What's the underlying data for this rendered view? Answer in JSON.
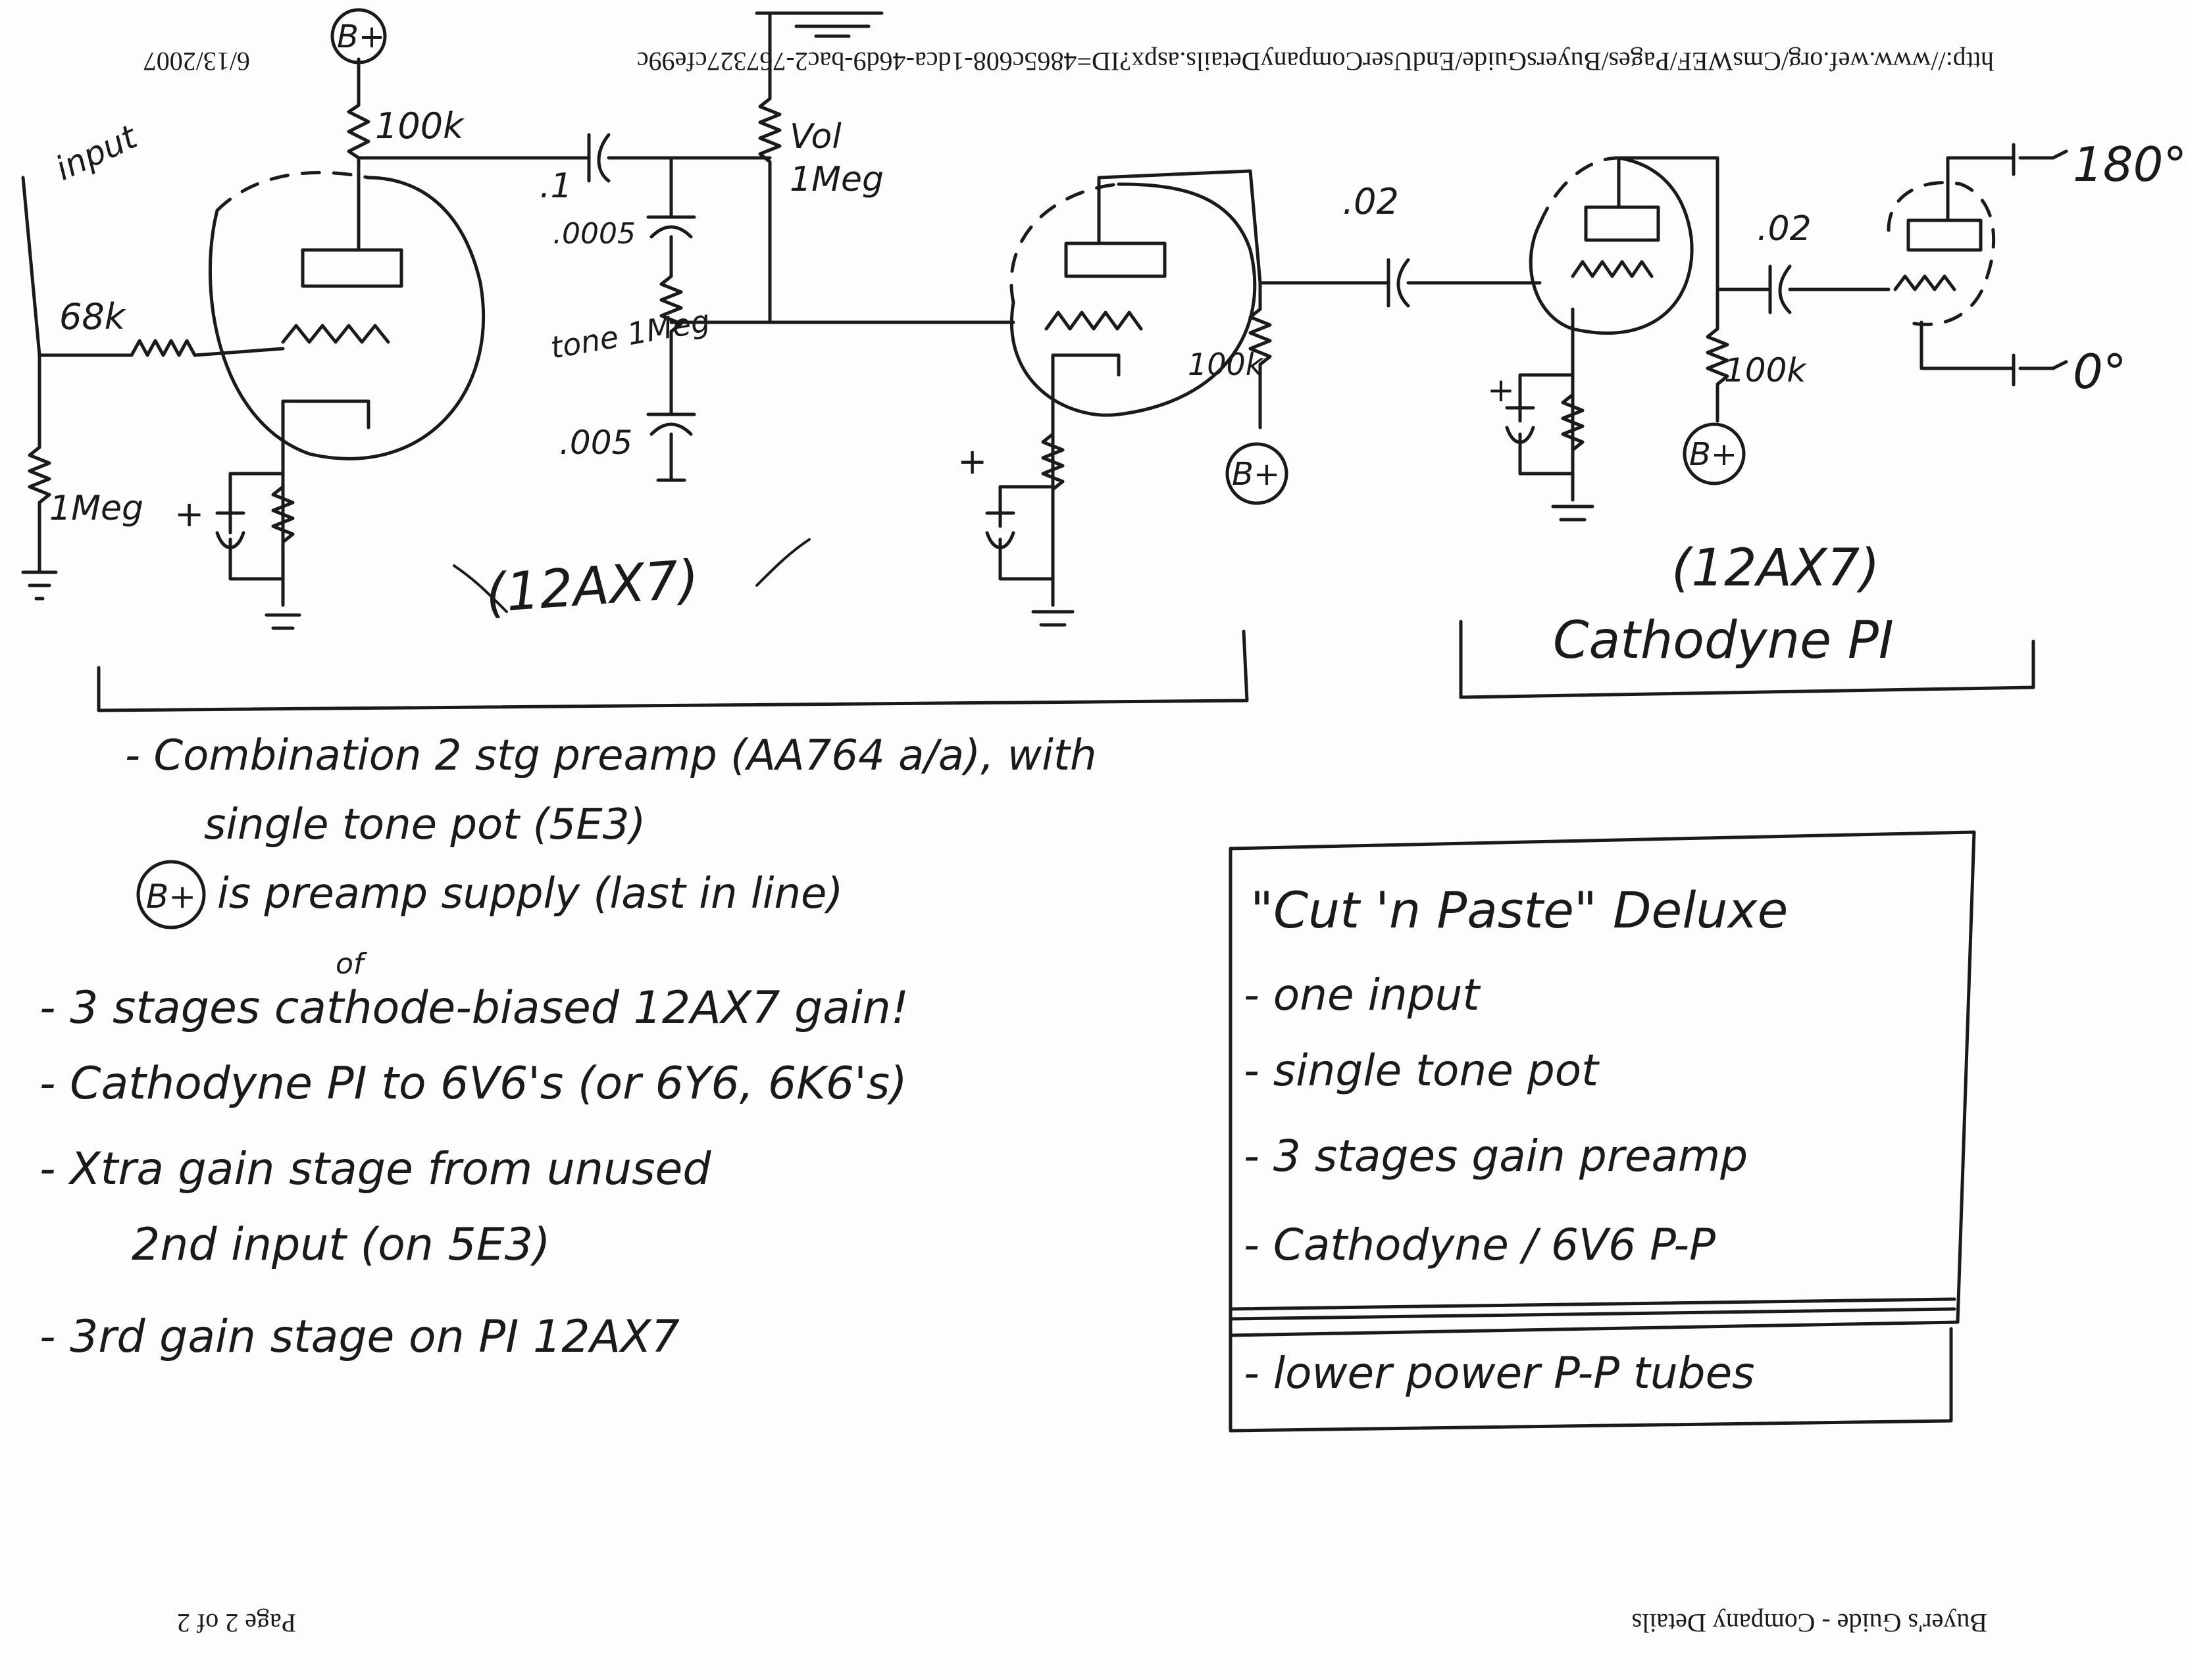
{
  "page": {
    "header_url": "http://www.wef.org/CmsWEF/Pages/BuyersGuide/EndUserCompanyDetails.aspx?ID=4865c608-1dca-46d9-bac2-767327cfe99c",
    "print_date": "6/13/2007",
    "footer_title": "Buyer's Guide - Company Details",
    "page_number": "Page 2 of 2"
  },
  "labels": {
    "bplus": "B+",
    "r_100k": "100k",
    "r_68k": "68k",
    "r_1meg": "1Meg",
    "input": "input",
    "plus": "+",
    "c_01": ".1",
    "c_0005": ".0005",
    "c_005": ".005",
    "c_02": ".02",
    "tone_pot": "tone 1Meg",
    "vol_pot": "Vol",
    "vol_value": "1Meg",
    "tube_12ax7": "(12AX7)",
    "pi_section": "Cathodyne PI",
    "phase_180": "180°",
    "phase_0": "0°"
  },
  "notes": [
    "- Combination 2 stg preamp (AA764 a/a), with",
    "single tone pot (5E3)",
    "is preamp supply (last in line)",
    "of",
    "- 3 stages cathode-biased 12AX7 gain!",
    "- Cathodyne PI to 6V6's (or 6Y6, 6K6's)",
    "- Xtra gain stage from unused",
    "2nd input (on 5E3)",
    "- 3rd gain stage on PI 12AX7"
  ],
  "summary": {
    "title": "\"Cut 'n Paste\" Deluxe",
    "items": [
      "- one input",
      "- single tone pot",
      "- 3 stages gain preamp",
      "- Cathodyne / 6V6 P-P",
      "- lower power P-P tubes"
    ]
  }
}
